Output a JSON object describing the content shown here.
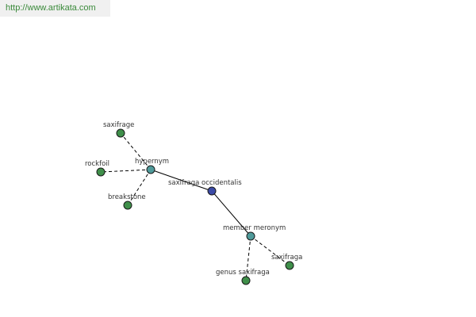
{
  "header": {
    "url": "http://www.artikata.com"
  },
  "graph": {
    "colors": {
      "center": "#3b4aa6",
      "relation": "#4f9a9a",
      "term": "#3f8f4a"
    },
    "nodes": [
      {
        "id": "saxifraga-occidentalis",
        "label": "saxifraga occidentalis",
        "kind": "center"
      },
      {
        "id": "hypernym",
        "label": "hypernym",
        "kind": "relation"
      },
      {
        "id": "member-meronym",
        "label": "member meronym",
        "kind": "relation"
      },
      {
        "id": "saxifrage",
        "label": "saxifrage",
        "kind": "term"
      },
      {
        "id": "rockfoil",
        "label": "rockfoil",
        "kind": "term"
      },
      {
        "id": "breakstone",
        "label": "breakstone",
        "kind": "term"
      },
      {
        "id": "genus-saxifraga",
        "label": "genus saxifraga",
        "kind": "term"
      },
      {
        "id": "saxifraga",
        "label": "saxifraga",
        "kind": "term"
      }
    ],
    "edges": [
      {
        "from": "saxifraga-occidentalis",
        "to": "hypernym",
        "style": "solid"
      },
      {
        "from": "saxifraga-occidentalis",
        "to": "member-meronym",
        "style": "solid"
      },
      {
        "from": "hypernym",
        "to": "saxifrage",
        "style": "dashed"
      },
      {
        "from": "hypernym",
        "to": "rockfoil",
        "style": "dashed"
      },
      {
        "from": "hypernym",
        "to": "breakstone",
        "style": "dashed"
      },
      {
        "from": "member-meronym",
        "to": "genus-saxifraga",
        "style": "dashed"
      },
      {
        "from": "member-meronym",
        "to": "saxifraga",
        "style": "dashed"
      }
    ]
  }
}
